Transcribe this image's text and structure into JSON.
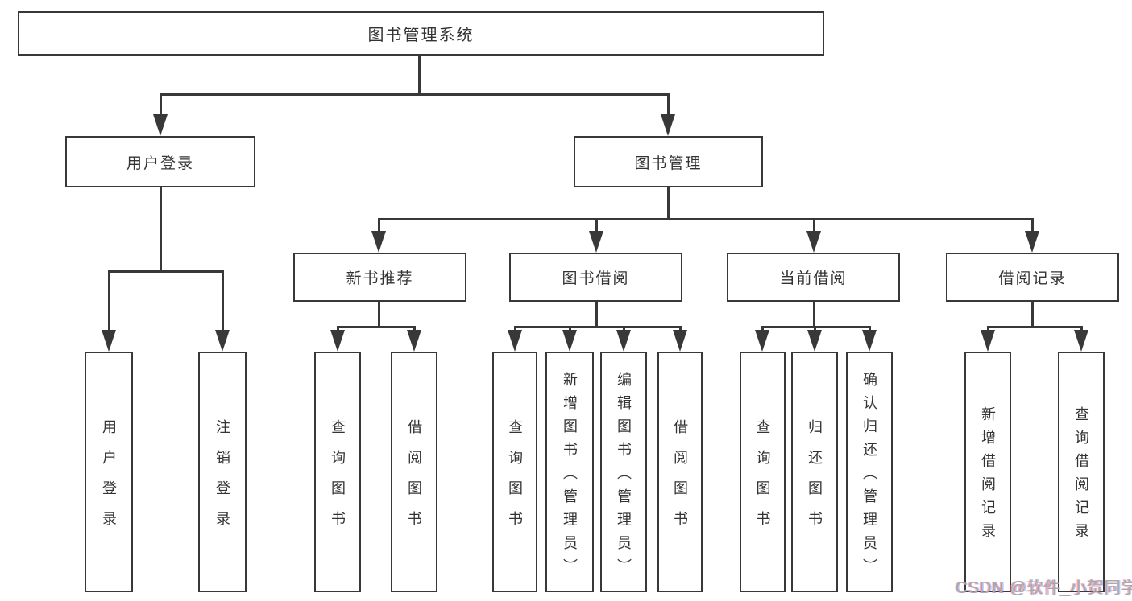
{
  "colors": {
    "line": "#383838",
    "text": "#333333",
    "box_background": "#ffffff",
    "watermark": "#a8a8a8"
  },
  "tree": {
    "root": "图书管理系统",
    "branches": [
      {
        "label": "用户登录",
        "children": [
          "用户登录",
          "注销登录"
        ]
      },
      {
        "label": "图书管理",
        "groups": [
          {
            "label": "新书推荐",
            "children": [
              "查询图书",
              "借阅图书"
            ]
          },
          {
            "label": "图书借阅",
            "children": [
              "查询图书",
              "新增图书（管理员）",
              "编辑图书（管理员）",
              "借阅图书"
            ]
          },
          {
            "label": "当前借阅",
            "children": [
              "查询图书",
              "归还图书",
              "确认归还（管理员）"
            ]
          },
          {
            "label": "借阅记录",
            "children": [
              "新增借阅记录",
              "查询借阅记录"
            ]
          }
        ]
      }
    ]
  },
  "watermark": {
    "text": "CSDN @软件_小贺同学"
  }
}
